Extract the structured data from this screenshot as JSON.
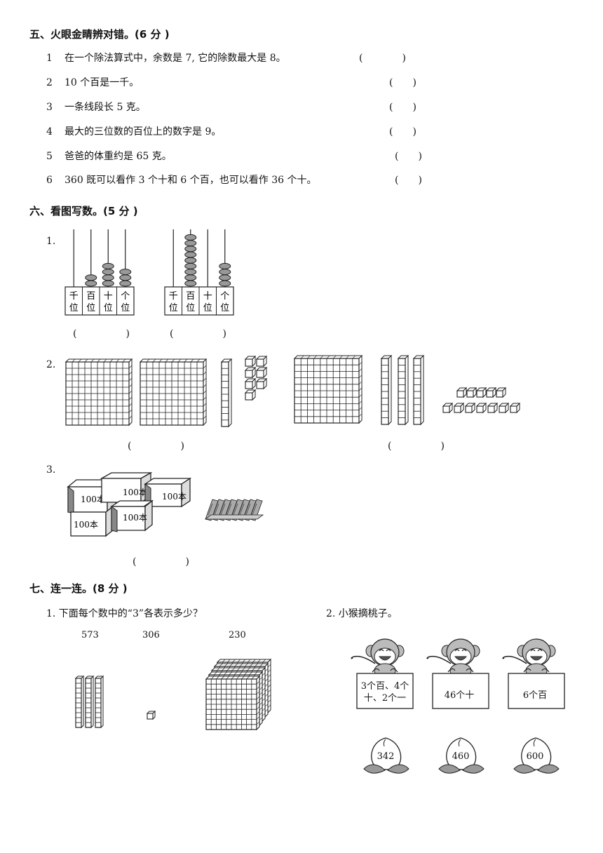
{
  "sec5": {
    "title": "五、火眼金睛辨对错。(6 分 )",
    "items": [
      {
        "num": "1",
        "text": "在一个除法算式中，余数是 7, 它的除数最大是 8。",
        "paren": "(　　　　)"
      },
      {
        "num": "2",
        "text": "10 个百是一千。",
        "paren": "(　　)"
      },
      {
        "num": "3",
        "text": "一条线段长 5 克。",
        "paren": "(　　)"
      },
      {
        "num": "4",
        "text": "最大的三位数的百位上的数字是 9。",
        "paren": "(　　)"
      },
      {
        "num": "5",
        "text": "爸爸的体重约是 65 克。",
        "paren": "(　　)"
      },
      {
        "num": "6",
        "text": "360 既可以看作 3 个十和 6 个百，也可以看作 36 个十。",
        "paren": "(　　)"
      }
    ]
  },
  "sec6": {
    "title": "六、看图写数。(5 分 )",
    "q1": "1.",
    "q2": "2.",
    "q3": "3.",
    "abacus_labels": [
      "千\n位",
      "百\n位",
      "十\n位",
      "个\n位"
    ],
    "abacus_cols": [
      "千",
      "百",
      "十",
      "个"
    ],
    "abacus_wei": "位",
    "abacus1_beads": [
      0,
      2,
      4,
      3
    ],
    "abacus2_beads": [
      0,
      9,
      0,
      4
    ],
    "blank": "(　　　　　)",
    "book_label": "100本"
  },
  "sec7": {
    "title": "七、连一连。(8 分 )",
    "q1": "1. 下面每个数中的“3”各表示多少？",
    "q2": "2.  小猴摘桃子。",
    "numbers": [
      "573",
      "306",
      "230"
    ],
    "signs": [
      "3个百、4个\n十、2个一",
      "46个十",
      "6个百"
    ],
    "sign1_line1": "3个百、4个",
    "sign1_line2": "十、2个一",
    "peaches": [
      "342",
      "460",
      "600"
    ]
  }
}
